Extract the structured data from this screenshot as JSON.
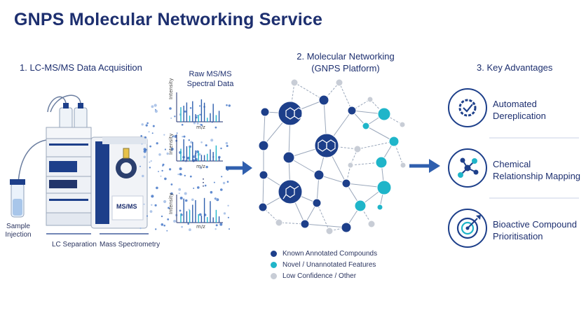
{
  "title": "GNPS Molecular Networking Service",
  "section1": {
    "title": "1. LC-MS/MS Data Acquisition",
    "sample_label": "Sample\nInjection",
    "lc_label": "LC Separation",
    "ms_label": "Mass Spectrometry",
    "instrument_label": "MS/MS"
  },
  "spectra": {
    "title": "Raw MS/MS\nSpectral Data",
    "y_axis": "Intensity",
    "x_axis": "m/z",
    "ellipsis": "⋮"
  },
  "section2": {
    "title": "2. Molecular Networking\n(GNPS Platform)",
    "legend": [
      {
        "label": "Known Annotated Compounds",
        "color": "#1d3f8a"
      },
      {
        "label": "Novel / Unannotated Features",
        "color": "#1fb5c9"
      },
      {
        "label": "Low Confidence / Other",
        "color": "#c8cdd6"
      }
    ]
  },
  "section3": {
    "title": "3. Key Advantages",
    "items": [
      {
        "label": "Automated\nDereplication",
        "icon": "gear-check-icon"
      },
      {
        "label": "Chemical\nRelationship Mapping",
        "icon": "network-icon"
      },
      {
        "label": "Bioactive Compound\nPrioritisation",
        "icon": "target-icon"
      }
    ]
  },
  "colors": {
    "navy": "#1d3f8a",
    "cyan": "#1fb5c9",
    "grey": "#c8cdd6",
    "arrow": "#2f5fae"
  }
}
